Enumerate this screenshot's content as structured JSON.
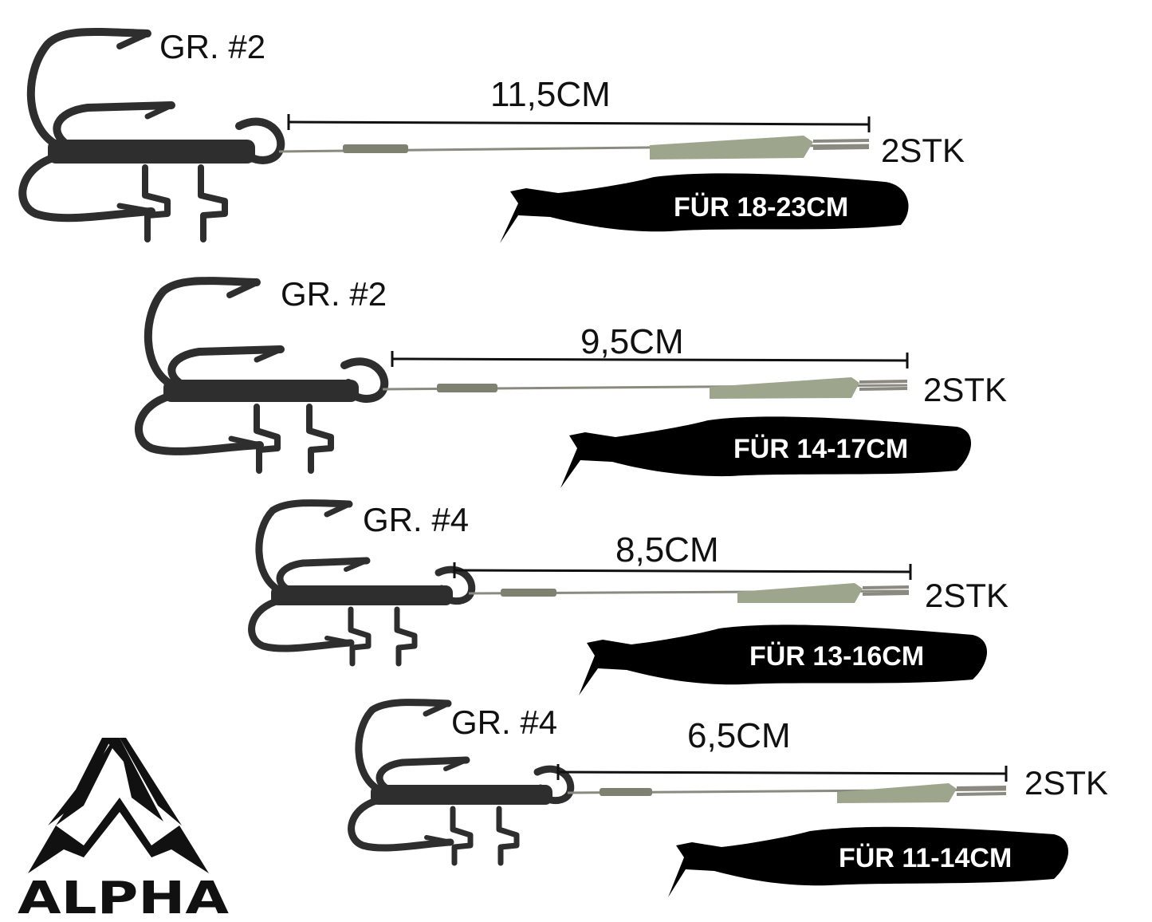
{
  "brand": {
    "logo_text": "ALPHA"
  },
  "colors": {
    "hook": "#2e2e2e",
    "wire": "#8a8a80",
    "sleeve": "#9da68c",
    "shad": "#000000",
    "measure_line": "#111111"
  },
  "rigs": [
    {
      "hook_size": "GR. #2",
      "length": "11,5CM",
      "quantity": "2STK",
      "shad_range": "FÜR 18-23CM"
    },
    {
      "hook_size": "GR. #2",
      "length": "9,5CM",
      "quantity": "2STK",
      "shad_range": "FÜR 14-17CM"
    },
    {
      "hook_size": "GR. #4",
      "length": "8,5CM",
      "quantity": "2STK",
      "shad_range": "FÜR 13-16CM"
    },
    {
      "hook_size": "GR. #4",
      "length": "6,5CM",
      "quantity": "2STK",
      "shad_range": "FÜR 11-14CM"
    }
  ]
}
